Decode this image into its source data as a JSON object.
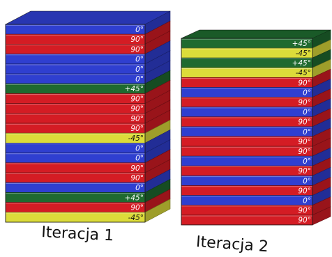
{
  "colors": {
    "blue": "#2f3fd0",
    "red": "#d41c24",
    "green": "#1f6a2f",
    "yellow": "#dcdc3a",
    "label_on_dark": "#ffffff",
    "label_on_yellow": "#111111"
  },
  "stacks": [
    {
      "caption": "Iteracja 1",
      "top_color": "blue",
      "plies": [
        {
          "angle": "0°",
          "color": "blue"
        },
        {
          "angle": "90°",
          "color": "red"
        },
        {
          "angle": "90°",
          "color": "red"
        },
        {
          "angle": "0°",
          "color": "blue"
        },
        {
          "angle": "0°",
          "color": "blue"
        },
        {
          "angle": "0°",
          "color": "blue"
        },
        {
          "angle": "+45°",
          "color": "green"
        },
        {
          "angle": "90°",
          "color": "red"
        },
        {
          "angle": "90°",
          "color": "red"
        },
        {
          "angle": "90°",
          "color": "red"
        },
        {
          "angle": "90°",
          "color": "red"
        },
        {
          "angle": "-45°",
          "color": "yellow"
        },
        {
          "angle": "0°",
          "color": "blue"
        },
        {
          "angle": "0°",
          "color": "blue"
        },
        {
          "angle": "90°",
          "color": "red"
        },
        {
          "angle": "90°",
          "color": "red"
        },
        {
          "angle": "0°",
          "color": "blue"
        },
        {
          "angle": "+45°",
          "color": "green"
        },
        {
          "angle": "90°",
          "color": "red"
        },
        {
          "angle": "-45°",
          "color": "yellow"
        }
      ]
    },
    {
      "caption": "Iteracja 2",
      "top_color": "green",
      "plies": [
        {
          "angle": "+45°",
          "color": "green"
        },
        {
          "angle": "-45°",
          "color": "yellow"
        },
        {
          "angle": "+45°",
          "color": "green"
        },
        {
          "angle": "-45°",
          "color": "yellow"
        },
        {
          "angle": "90°",
          "color": "red"
        },
        {
          "angle": "0°",
          "color": "blue"
        },
        {
          "angle": "90°",
          "color": "red"
        },
        {
          "angle": "0°",
          "color": "blue"
        },
        {
          "angle": "90°",
          "color": "red"
        },
        {
          "angle": "0°",
          "color": "blue"
        },
        {
          "angle": "90°",
          "color": "red"
        },
        {
          "angle": "90°",
          "color": "red"
        },
        {
          "angle": "0°",
          "color": "blue"
        },
        {
          "angle": "90°",
          "color": "red"
        },
        {
          "angle": "0°",
          "color": "blue"
        },
        {
          "angle": "90°",
          "color": "red"
        },
        {
          "angle": "0°",
          "color": "blue"
        },
        {
          "angle": "90°",
          "color": "red"
        },
        {
          "angle": "90°",
          "color": "red"
        }
      ]
    }
  ]
}
